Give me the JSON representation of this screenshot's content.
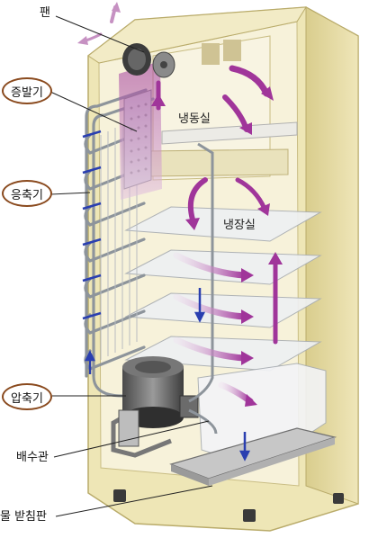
{
  "labels": {
    "fan": "팬",
    "evaporator": "증발기",
    "condenser": "응축기",
    "compressor": "압축기",
    "drain_pipe": "배수관",
    "drip_tray": "물 받침판",
    "freezer": "냉동실",
    "fridge": "냉장실"
  },
  "colors": {
    "airflow_arrow": "#a0359a",
    "coolant_arrow": "#2a3fb0",
    "cabinet": "#efe7b8",
    "oval_border": "#8a4a1e"
  }
}
